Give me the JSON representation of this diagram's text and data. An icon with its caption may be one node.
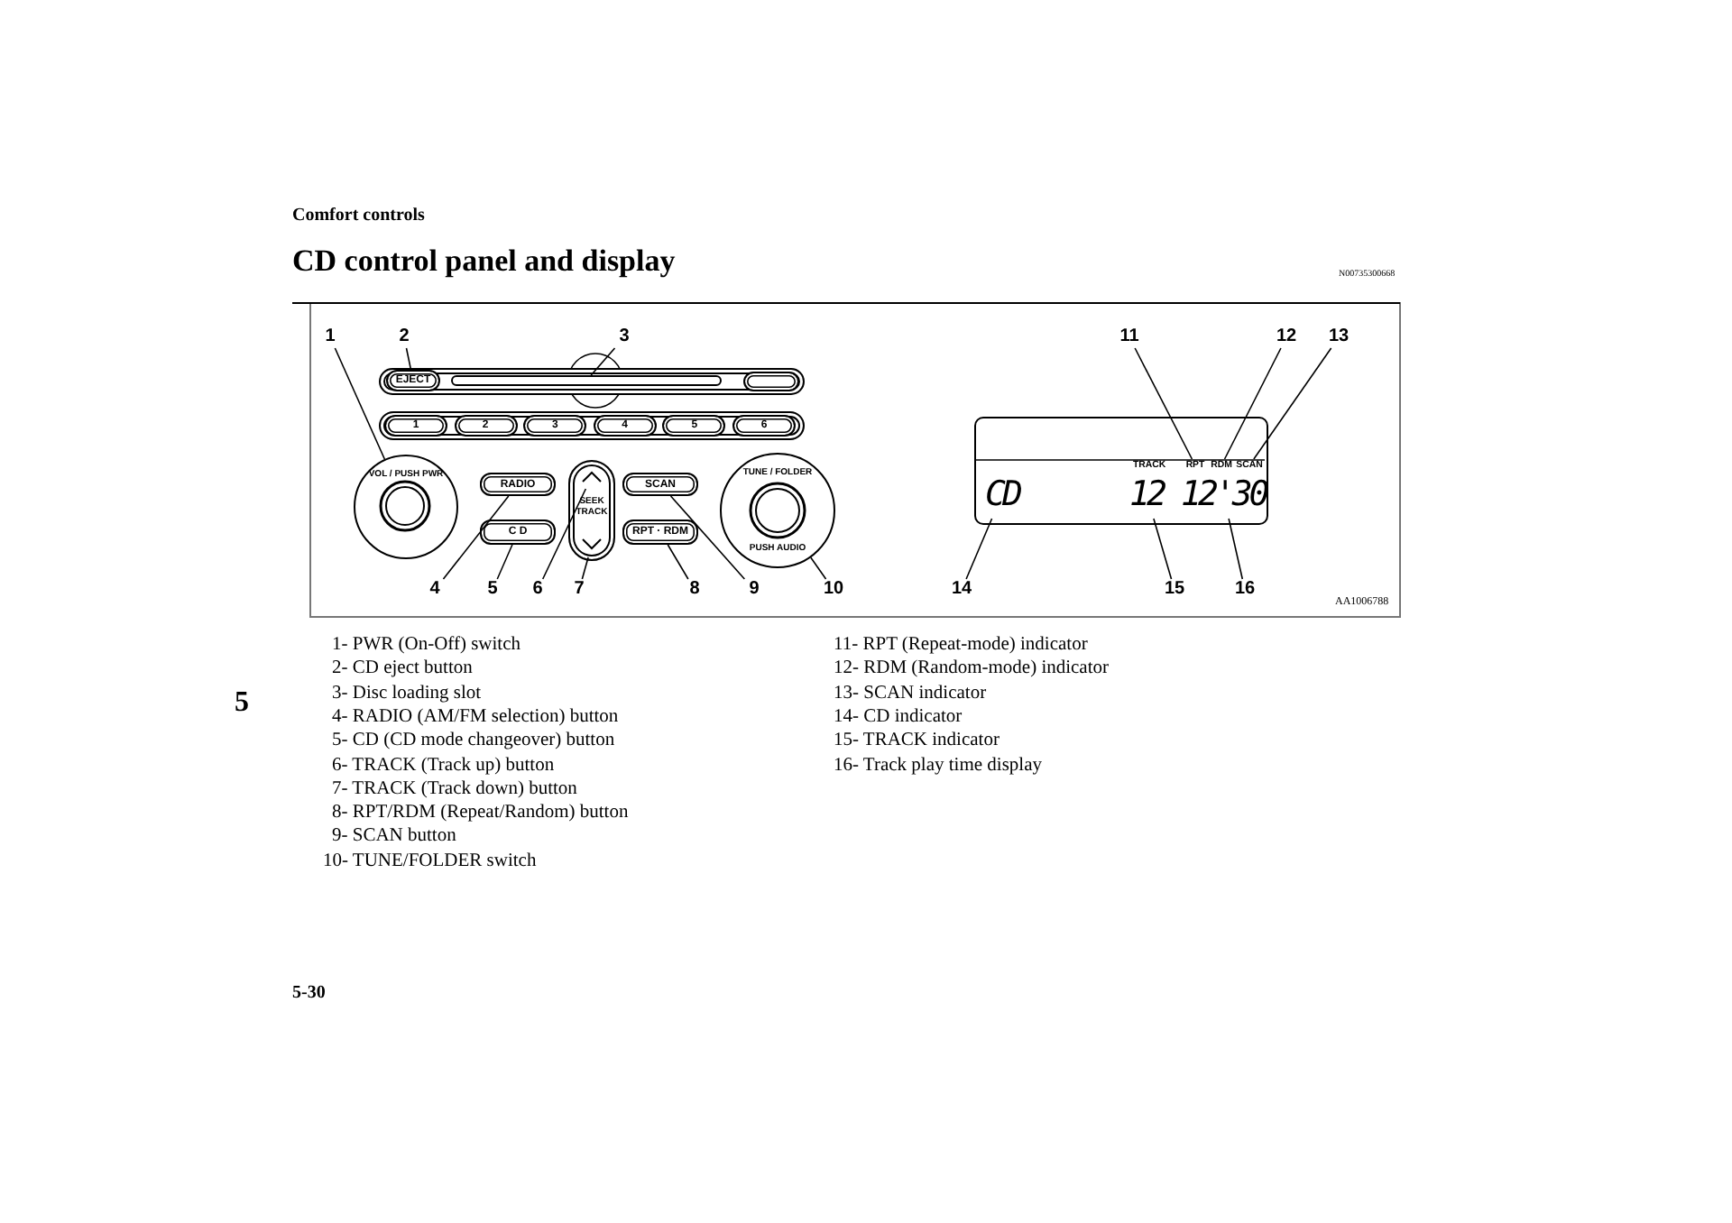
{
  "diagram": {
    "title": "CD control panel and display",
    "nodes": [
      {
        "text": [
          "1"
        ]
      },
      {
        "text": [
          "2"
        ]
      },
      {
        "text": [
          "3"
        ]
      },
      {
        "text": [
          "4"
        ]
      },
      {
        "text": [
          "5"
        ]
      },
      {
        "text": [
          "6"
        ]
      },
      {
        "text": [
          "7"
        ]
      },
      {
        "text": [
          "8"
        ]
      },
      {
        "text": [
          "9"
        ]
      },
      {
        "text": [
          "10"
        ]
      },
      {
        "text": [
          "11"
        ]
      },
      {
        "text": [
          "12"
        ]
      },
      {
        "text": [
          "13"
        ]
      },
      {
        "text": [
          "14"
        ]
      },
      {
        "text": [
          "15"
        ]
      },
      {
        "text": [
          "16"
        ]
      },
      {
        "text": [],
        "shape": "bar"
      },
      {
        "text": [
          "EJECT"
        ],
        "in": 16
      },
      {
        "text": [],
        "shape": "bar",
        "in": 16
      },
      {
        "text": [],
        "shape": "box",
        "in": 16
      },
      {
        "text": [],
        "shape": "bar"
      },
      {
        "text": [
          "1"
        ],
        "in": 20
      },
      {
        "text": [
          "2"
        ],
        "in": 20
      },
      {
        "text": [
          "3"
        ],
        "in": 20
      },
      {
        "text": [
          "4"
        ],
        "in": 20
      },
      {
        "text": [
          "5"
        ],
        "in": 20
      },
      {
        "text": [
          "6"
        ],
        "in": 20
      },
      {
        "text": [
          "VOL / PUSH PWR"
        ]
      },
      {
        "text": [
          "RADIO"
        ]
      },
      {
        "text": [
          "C D"
        ]
      },
      {
        "text": [
          "SEEK TRACK"
        ]
      },
      {
        "text": [],
        "shape": "button",
        "in": 30
      },
      {
        "text": [],
        "shape": "button",
        "in": 30
      },
      {
        "text": [
          "SCAN"
        ]
      },
      {
        "text": [
          "RPT · RDM"
        ]
      },
      {
        "text": [
          "TUNE / FOLDER",
          "PUSH AUDIO"
        ]
      },
      {
        "text": [],
        "shape": "box"
      },
      {
        "text": [
          "RPT"
        ],
        "in": 36
      },
      {
        "text": [
          "RDM"
        ],
        "in": 36
      },
      {
        "text": [
          "SCAN"
        ],
        "in": 36
      },
      {
        "text": [
          "CD"
        ],
        "in": 36
      },
      {
        "text": [
          "12"
        ],
        "in": 36
      },
      {
        "text": [
          "12'30"
        ],
        "in": 36
      }
    ],
    "edges": [
      {
        "from": 0,
        "to": 27,
        "arrow": "none"
      },
      {
        "from": 1,
        "to": 17,
        "arrow": "none"
      },
      {
        "from": 2,
        "to": 18,
        "arrow": "none"
      },
      {
        "from": 3,
        "to": 28,
        "arrow": "none"
      },
      {
        "from": 4,
        "to": 29,
        "arrow": "none"
      },
      {
        "from": 5,
        "to": 31,
        "arrow": "none"
      },
      {
        "from": 6,
        "to": 32,
        "arrow": "none"
      },
      {
        "from": 7,
        "to": 34,
        "arrow": "none"
      },
      {
        "from": 8,
        "to": 33,
        "arrow": "none"
      },
      {
        "from": 9,
        "to": 35,
        "arrow": "none"
      },
      {
        "from": 10,
        "to": 37,
        "arrow": "none"
      },
      {
        "from": 11,
        "to": 38,
        "arrow": "none"
      },
      {
        "from": 12,
        "to": 39,
        "arrow": "none"
      },
      {
        "from": 13,
        "to": 40,
        "arrow": "none"
      },
      {
        "from": 14,
        "to": 41,
        "arrow": "none"
      },
      {
        "from": 15,
        "to": 42,
        "arrow": "none"
      }
    ],
    "labels": [
      "Comfort controls",
      "N00735300668",
      "AA1006788",
      "TRACK",
      "1- PWR (On-Off) switch",
      "2- CD eject button",
      "3- Disc loading slot",
      "4- RADIO (AM/FM selection) button",
      "5- CD (CD mode changeover) button",
      "6- TRACK (Track up) button",
      "7- TRACK (Track down) button",
      "8- RPT/RDM (Repeat/Random) button",
      "9- SCAN button",
      "10- TUNE/FOLDER switch",
      "11- RPT (Repeat-mode) indicator",
      "12- RDM (Random-mode) indicator",
      "13- SCAN indicator",
      "14- CD indicator",
      "15- TRACK indicator",
      "16- Track play time display",
      "5",
      "5-30"
    ]
  }
}
